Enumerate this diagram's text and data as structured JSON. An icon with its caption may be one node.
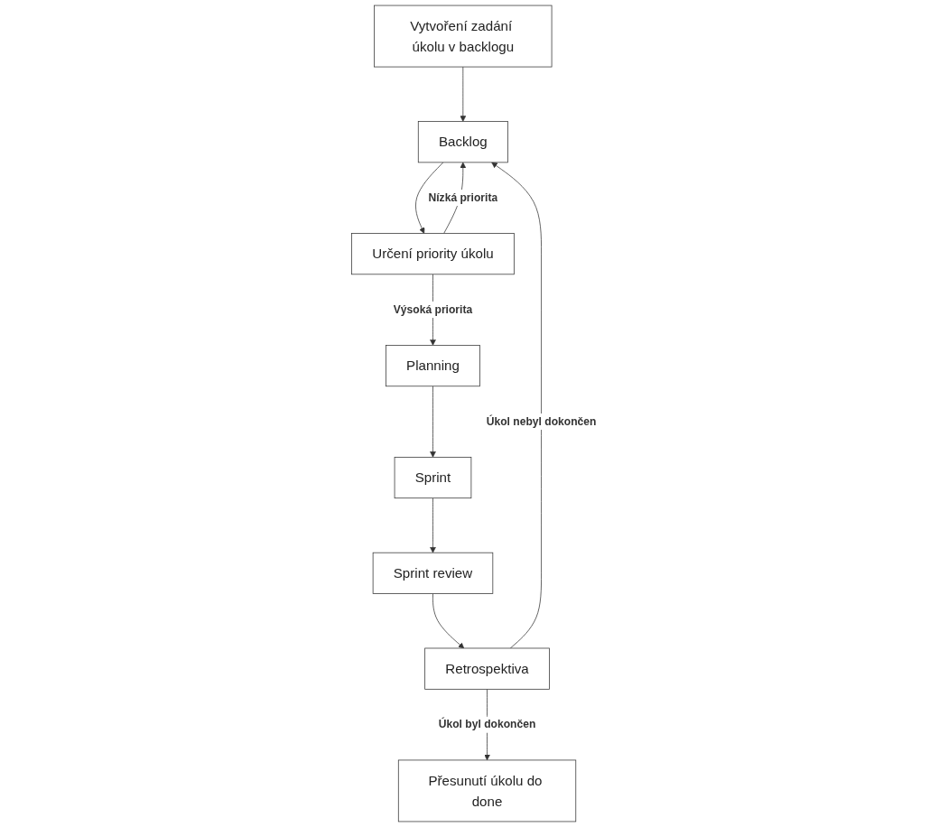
{
  "diagram": {
    "nodes": [
      {
        "text": [
          "Vytvoření zadání úkolu v backlogu"
        ]
      },
      {
        "text": [
          "Backlog"
        ]
      },
      {
        "text": [
          "Určení priority úkolu"
        ]
      },
      {
        "text": [
          "Planning"
        ]
      },
      {
        "text": [
          "Sprint"
        ]
      },
      {
        "text": [
          "Sprint review"
        ]
      },
      {
        "text": [
          "Retrospektiva"
        ]
      },
      {
        "text": [
          "Přesunutí úkolu do done"
        ]
      }
    ],
    "edges": [
      {
        "from": 0,
        "to": 1,
        "arrow": "to"
      },
      {
        "from": 1,
        "to": 2,
        "arrow": "to"
      },
      {
        "from": 2,
        "to": 1,
        "arrow": "to",
        "label": "Nízká priorita"
      },
      {
        "from": 2,
        "to": 3,
        "arrow": "to",
        "label": "Výsoká priorita"
      },
      {
        "from": 3,
        "to": 4,
        "arrow": "to"
      },
      {
        "from": 4,
        "to": 5,
        "arrow": "to"
      },
      {
        "from": 5,
        "to": 6,
        "arrow": "to"
      },
      {
        "from": 6,
        "to": 7,
        "arrow": "to",
        "label": "Úkol byl dokončen"
      },
      {
        "from": 6,
        "to": 1,
        "arrow": "to",
        "label": "Úkol nebyl dokončen"
      }
    ]
  }
}
